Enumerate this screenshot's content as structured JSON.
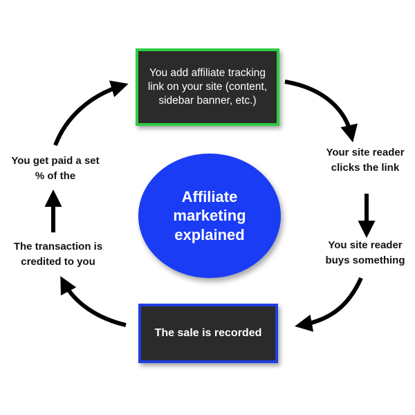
{
  "center": {
    "text": "Affiliate marketing explained",
    "color": "#1a3cf5"
  },
  "steps": {
    "add_link": {
      "text": "You add affiliate tracking link on your site (content, sidebar banner, etc.)",
      "border_color": "#2ecc40"
    },
    "reader_clicks": {
      "text": "Your site reader clicks the link"
    },
    "reader_buys": {
      "text": "You site reader buys something"
    },
    "sale_recorded": {
      "text": "The sale is recorded",
      "border_color": "#1f3fe0"
    },
    "transaction_credited": {
      "text": "The transaction is credited to you"
    },
    "get_paid": {
      "text": "You get paid a set % of the"
    }
  },
  "flow": [
    "add_link",
    "reader_clicks",
    "reader_buys",
    "sale_recorded",
    "transaction_credited",
    "get_paid"
  ]
}
